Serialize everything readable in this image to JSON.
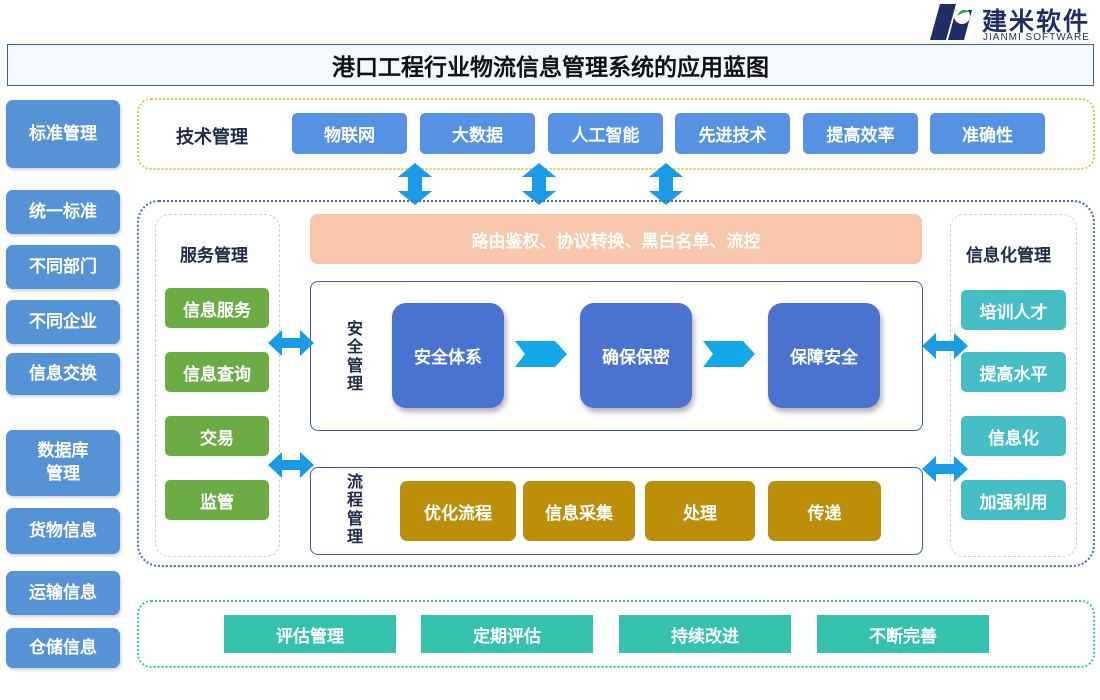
{
  "logo": {
    "name_cn": "建米软件",
    "name_en": "JIANMI SOFTWARE",
    "icon": "jianmi-logo-icon"
  },
  "title": "港口工程行业物流信息管理系统的应用蓝图",
  "left_column": [
    "标准管理",
    "统一标准",
    "不同部门",
    "不同企业",
    "信息交换",
    "数据库\n管理",
    "货物信息",
    "运输信息",
    "仓储信息"
  ],
  "tech": {
    "label": "技术管理",
    "items": [
      "物联网",
      "大数据",
      "人工智能",
      "先进技术",
      "提高效率",
      "准确性"
    ]
  },
  "service": {
    "label": "服务管理",
    "items": [
      "信息服务",
      "信息查询",
      "交易",
      "监管"
    ]
  },
  "informatization": {
    "label": "信息化管理",
    "items": [
      "培训人才",
      "提高水平",
      "信息化",
      "加强利用"
    ]
  },
  "route_bar": "路由鉴权、协议转换、黑白名单、流控",
  "security": {
    "label": "安全管理",
    "steps": [
      "安全体系",
      "确保保密",
      "保障安全"
    ]
  },
  "process": {
    "label": "流程管理",
    "steps": [
      "优化流程",
      "信息采集",
      "处理",
      "传递"
    ]
  },
  "evaluation": [
    "评估管理",
    "定期评估",
    "持续改进",
    "不断完善"
  ],
  "colors": {
    "left_blue": "#5592d6",
    "tech_blue": "#5592e3",
    "service_green": "#6bac45",
    "info_cyan": "#45bfc5",
    "route_peach": "#f9c7ac",
    "security_blue": "#4a72cf",
    "process_gold": "#bd8e07",
    "eval_teal": "#34c2ad",
    "arrow_blue": "#1a9be8"
  }
}
